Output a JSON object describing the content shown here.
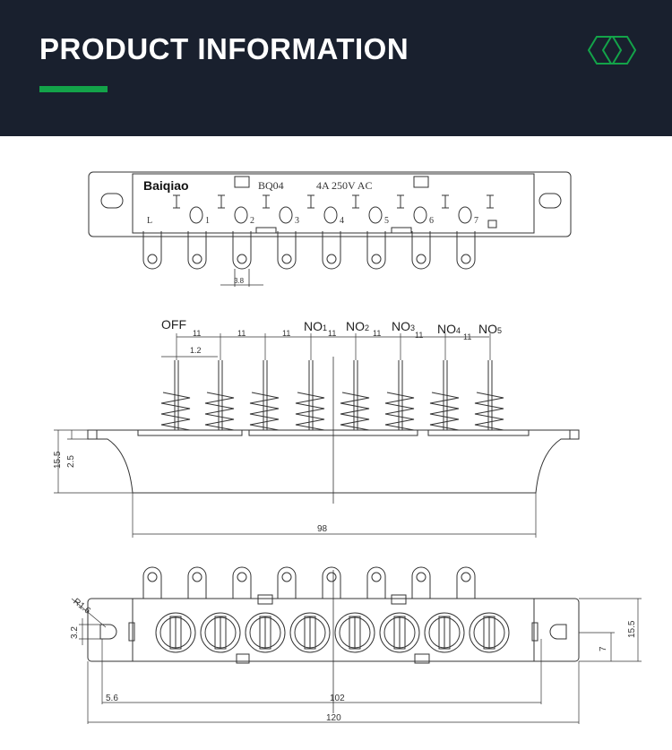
{
  "header": {
    "title": "PRODUCT INFORMATION",
    "accent_color": "#13a349",
    "background_color": "#19202e",
    "logo_icon": "double-hexagon-icon"
  },
  "top_view": {
    "brand": "Baiqiao",
    "model": "BQ04",
    "rating": "4A 250V AC",
    "pin_labels": [
      "L",
      "1",
      "2",
      "3",
      "4",
      "5",
      "6",
      "7"
    ],
    "pitch_dim": "3.8"
  },
  "side_view": {
    "contact_labels": {
      "off": "OFF",
      "no1_base": "NO",
      "no1_sub": "1",
      "no2_base": "NO",
      "no2_sub": "2",
      "no3_base": "NO",
      "no3_sub": "3",
      "no4_base": "NO",
      "no4_sub": "4",
      "no5_base": "NO",
      "no5_sub": "5"
    },
    "spacing_dims": [
      "11",
      "11",
      "11",
      "11",
      "11",
      "11",
      "11"
    ],
    "pin_width_dim": "1.2",
    "height_dim": "15.5",
    "offset_dim": "2.5",
    "width_dim": "98"
  },
  "bottom_view": {
    "radius_dim": "R1.6",
    "slot_dim": "3.2",
    "edge_dim": "5.6",
    "center_dim": "102",
    "total_dim": "120",
    "height_dim": "15.5",
    "half_height_dim": "7"
  }
}
